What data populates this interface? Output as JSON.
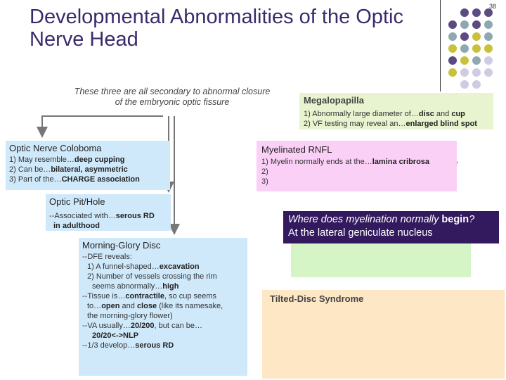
{
  "slide": {
    "title": "Developmental Abnormalities of the Optic Nerve Head",
    "page_number": "38",
    "note": "These three are all secondary to abnormal closure of the embryonic optic fissure"
  },
  "megalopapilla": {
    "heading": "Megalopapilla",
    "line1_pre": "1) Abnormally large diameter of…",
    "line1_b1": "disc",
    "line1_mid": " and ",
    "line1_b2": "cup",
    "line2_pre": "2) VF testing may reveal an…",
    "line2_b": "enlarged blind spot"
  },
  "coloboma": {
    "heading": "Optic Nerve Coloboma",
    "line1_pre": "1) May resemble…",
    "line1_b": "deep cupping",
    "line2_pre": "2) Can be…",
    "line2_b": "bilateral, asymmetric",
    "line3_pre": "3) Part of the…",
    "line3_b": "CHARGE association"
  },
  "myelinated": {
    "heading": "Myelinated RNFL",
    "line1_pre": "1) Myelin normally ends at the…",
    "line1_b": "lamina cribrosa",
    "line2": "2)",
    "line3": "3)"
  },
  "pit": {
    "heading": "Optic Pit/Hole",
    "line1": "--Associated with…",
    "line1_b": "serous RD",
    "line2": "in adulthood"
  },
  "morning": {
    "heading": "Morning-Glory Disc",
    "l1": "--DFE reveals:",
    "l2_pre": "1) A funnel-shaped…",
    "l2_b": "excavation",
    "l3": "2) Number of vessels crossing the rim",
    "l4_pre": "seems abnormally…",
    "l4_b": "high",
    "l5_pre": "--Tissue is…",
    "l5_b": "contractile",
    "l5_post": ", so cup seems",
    "l6_pre": "to…",
    "l6_b1": "open",
    "l6_mid": " and ",
    "l6_b2": "close",
    "l6_post": " (like its namesake,",
    "l7": "the morning-glory flower)",
    "l8_pre": "--VA usually…",
    "l8_b": "20/200",
    "l8_post": ", but can be…",
    "l9_b": "20/20<->NLP",
    "l10_pre": "--1/3 develop…",
    "l10_b": "serous RD"
  },
  "question": {
    "q_pre": "Where does myelination normally ",
    "q_b": "begin",
    "q_post": "?",
    "answer": "At the lateral geniculate nucleus"
  },
  "tilted": {
    "heading": "Tilted-Disc Syndrome"
  },
  "colors": {
    "dot_purple": "#5b4b82",
    "dot_teal": "#8ea8b2",
    "dot_yellow": "#c8c23a",
    "dot_lavender": "#cfcbe2"
  }
}
